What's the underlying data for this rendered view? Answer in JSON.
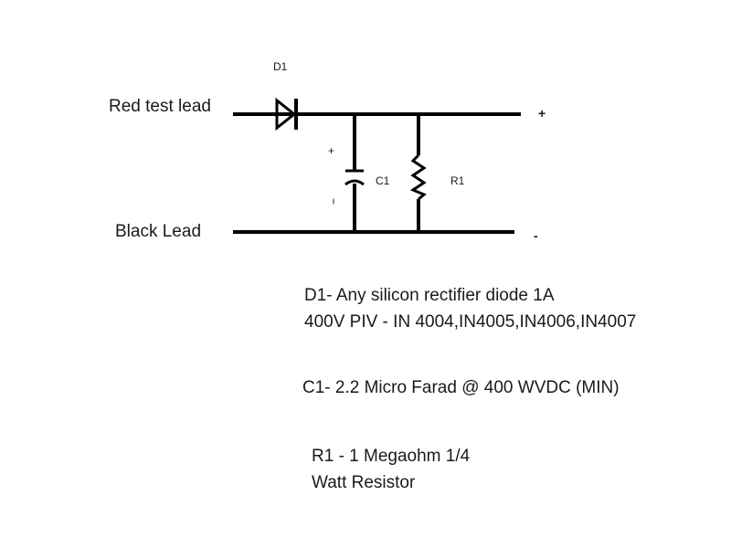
{
  "diagram": {
    "leads": {
      "positive_input": "Red test lead",
      "negative_input": "Black Lead"
    },
    "components": {
      "diode": "D1",
      "capacitor": "C1",
      "resistor": "R1"
    },
    "polarity": {
      "output_positive": "+",
      "output_negative": "-",
      "cap_positive": "+",
      "cap_negative": "--"
    }
  },
  "notes": {
    "d1_line1": "D1- Any silicon rectifier diode 1A",
    "d1_line2": "400V PIV   - IN 4004,IN4005,IN4006,IN4007",
    "c1": "C1- 2.2 Micro Farad @ 400 WVDC (MIN)",
    "r1_line1": "R1 - 1 Megaohm 1/4",
    "r1_line2": "Watt Resistor"
  }
}
